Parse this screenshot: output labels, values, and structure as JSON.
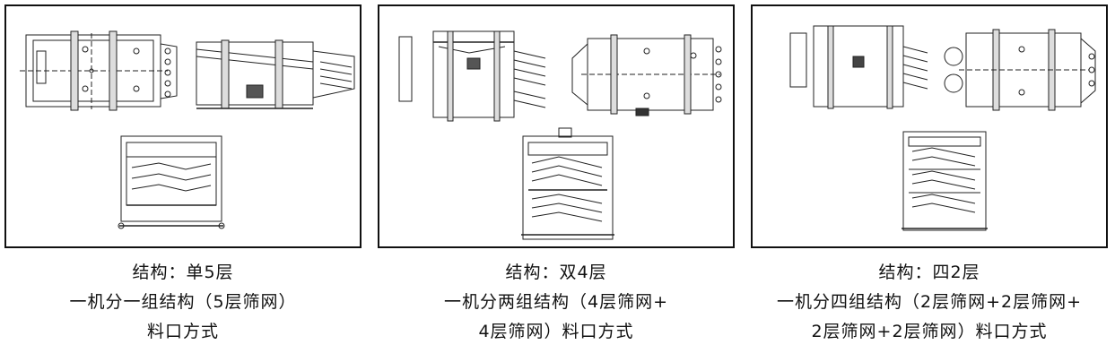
{
  "panels": [
    {
      "caption": {
        "line1": "结构：单5层",
        "line2": "一机分一组结构（5层筛网）",
        "line3": "料口方式"
      }
    },
    {
      "caption": {
        "line1": "结构：双4层",
        "line2": "一机分两组结构（4层筛网+",
        "line3": "4层筛网）料口方式"
      }
    },
    {
      "caption": {
        "line1": "结构：四2层",
        "line2": "一机分四组结构（2层筛网+2层筛网+",
        "line3": "2层筛网+2层筛网）料口方式"
      }
    }
  ]
}
